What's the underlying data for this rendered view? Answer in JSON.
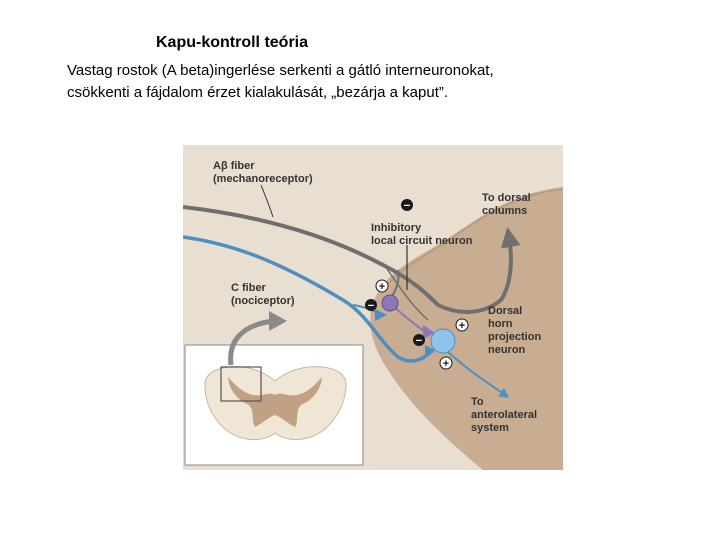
{
  "slide": {
    "title": "Kapu-kontroll teória",
    "text_line1": "Vastag rostok  (A beta)ingerlése serkenti a gátló interneuronokat,",
    "text_line2": "csökkenti a fájdalom érzet kialakulását, „bezárja a kaput”."
  },
  "figure": {
    "ab_fiber_line1": "Aβ fiber",
    "ab_fiber_line2": "(mechanoreceptor)",
    "c_fiber_line1": "C fiber",
    "c_fiber_line2": "(nociceptor)",
    "dorsal_columns_line1": "To dorsal",
    "dorsal_columns_line2": "columns",
    "inhibitory_line1": "Inhibitory",
    "inhibitory_line2": "local circuit neuron",
    "projection_line1": "Dorsal",
    "projection_line2": "horn",
    "projection_line3": "projection",
    "projection_line4": "neuron",
    "anterolateral_line1": "To",
    "anterolateral_line2": "anterolateral",
    "anterolateral_line3": "system",
    "sign_minus": "−",
    "sign_plus": "+",
    "colors": {
      "gray_matter": "#c8ad92",
      "white_matter": "#e8dfd0",
      "ab_fiber": "#6f6f6f",
      "c_fiber": "#4f8fc0",
      "inhibitory_neuron": "#8b78b8",
      "projection_neuron": "#8ec4ea"
    }
  }
}
